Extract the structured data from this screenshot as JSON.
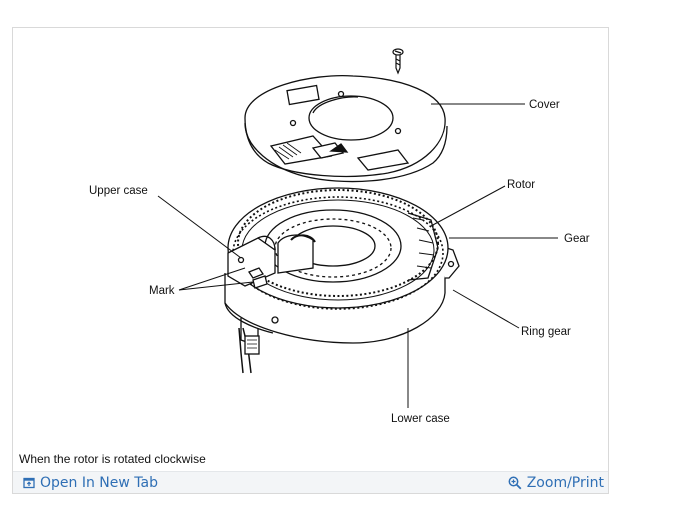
{
  "figure": {
    "labels": {
      "cover": "Cover",
      "rotor": "Rotor",
      "gear": "Gear",
      "upper_case": "Upper case",
      "mark": "Mark",
      "ring_gear": "Ring gear",
      "lower_case": "Lower case"
    },
    "caption": "When the rotor is rotated clockwise"
  },
  "toolbar": {
    "open_label": "Open In New Tab",
    "zoom_label": "Zoom/Print",
    "open_icon": "open-new-tab-icon",
    "zoom_icon": "magnifier-zoom-icon",
    "link_color": "#2f6fb5"
  }
}
